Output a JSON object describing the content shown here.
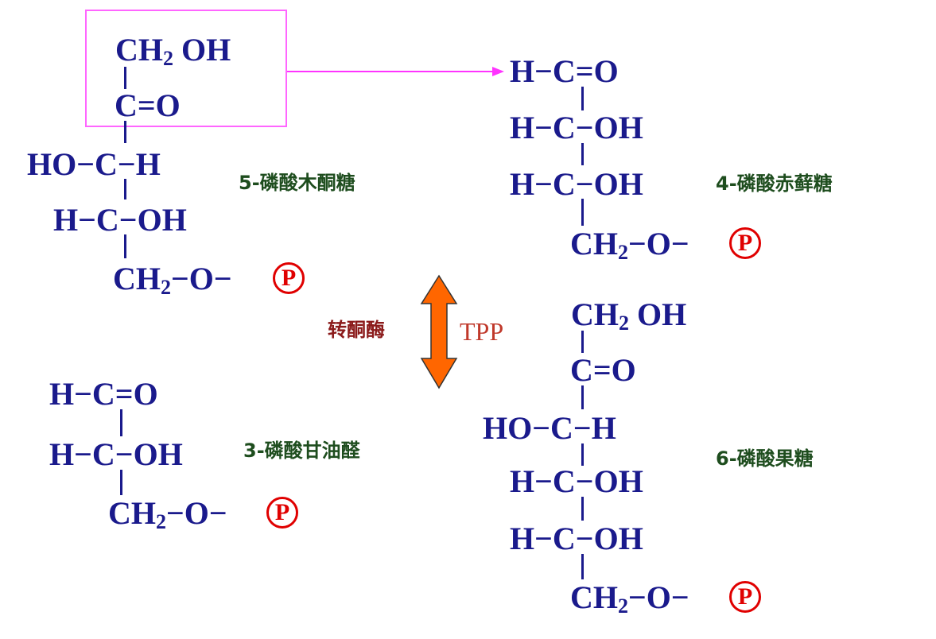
{
  "xylulose_5p": {
    "name": "5-磷酸木酮糖",
    "rows": [
      "CH",
      "OH",
      "C=O",
      "HO−C−H",
      "H−C−OH",
      "CH",
      "−O−"
    ],
    "sub2": "2",
    "phosphate": "P"
  },
  "erythrose_4p": {
    "name": "4-磷酸赤藓糖",
    "rows": [
      "H−C=O",
      "H−C−OH",
      "H−C−OH",
      "CH",
      "−O−"
    ],
    "sub2": "2",
    "phosphate": "P"
  },
  "glyceraldehyde_3p": {
    "name": "3-磷酸甘油醛",
    "rows": [
      "H−C=O",
      "H−C−OH",
      "CH",
      "−O−"
    ],
    "sub2": "2",
    "phosphate": "P"
  },
  "fructose_6p": {
    "name": "6-磷酸果糖",
    "rows": [
      "CH",
      "OH",
      "C=O",
      "HO−C−H",
      "H−C−OH",
      "H−C−OH",
      "CH",
      "−O−"
    ],
    "sub2": "2",
    "phosphate": "P"
  },
  "reaction": {
    "enzyme": "转酮酶",
    "cofactor": "TPP"
  },
  "colors": {
    "structure": "#1a1a8c",
    "phosphate": "#e00000",
    "name_label": "#1e4d1e",
    "enzyme": "#8b1a1a",
    "arrow": "#ff6600",
    "transfer_arrow": "#ff33ff"
  }
}
